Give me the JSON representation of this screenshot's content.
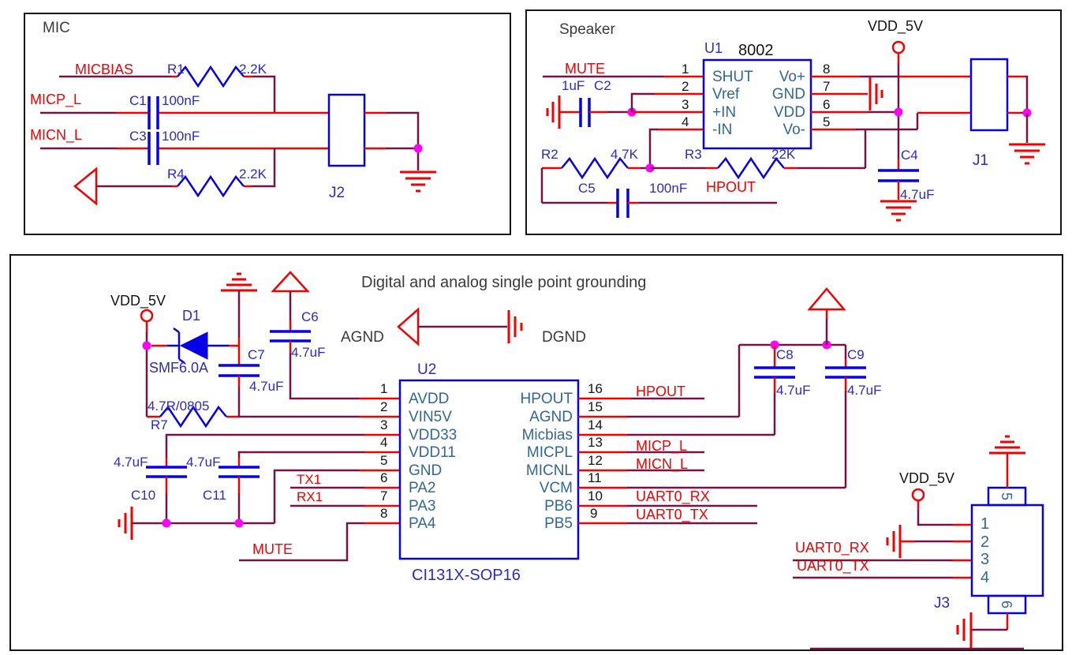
{
  "colors": {
    "wire_maroon": "#7a1043",
    "accent_red": "#f40000",
    "component_blue": "#0601e6",
    "label_blue": "#2a2ace",
    "pin_name_blue": "#336699",
    "text_gray": "#3b3b3b",
    "junction_magenta": "#ff00ff"
  },
  "mic": {
    "title": "MIC",
    "micbias_net": "MICBIAS",
    "micp_net": "MICP_L",
    "micn_net": "MICN_L",
    "r1_ref": "R1",
    "r1_val": "2.2K",
    "r4_ref": "R4",
    "r4_val": "2.2K",
    "c1_ref": "C1",
    "c1_val": "100nF",
    "c3_ref": "C3",
    "c3_val": "100nF",
    "j2_ref": "J2"
  },
  "speaker": {
    "title": "Speaker",
    "mute_net": "MUTE",
    "hpout_net": "HPOUT",
    "vdd_net": "VDD_5V",
    "u1_ref": "U1",
    "u1_part": "8002",
    "u1_left_pins": [
      {
        "num": "1",
        "name": "SHUT"
      },
      {
        "num": "2",
        "name": "Vref"
      },
      {
        "num": "3",
        "name": "+IN"
      },
      {
        "num": "4",
        "name": "-IN"
      }
    ],
    "u1_right_pins": [
      {
        "num": "8",
        "name": "Vo+"
      },
      {
        "num": "7",
        "name": "GND"
      },
      {
        "num": "6",
        "name": "VDD"
      },
      {
        "num": "5",
        "name": "Vo-"
      }
    ],
    "c2_ref": "C2",
    "c2_val": "1uF",
    "r2_ref": "R2",
    "r2_val": "4.7K",
    "r3_ref": "R3",
    "r3_val": "22K",
    "c5_ref": "C5",
    "c5_val": "100nF",
    "c4_ref": "C4",
    "c4_val": "4.7uF",
    "j1_ref": "J1"
  },
  "main": {
    "note": "Digital and analog single point grounding",
    "agnd": "AGND",
    "dgnd": "DGND",
    "vdd_net": "VDD_5V",
    "d1_ref": "D1",
    "d1_val": "SMF6.0A",
    "r7_ref": "R7",
    "r7_val": "4.7R/0805",
    "c6_ref": "C6",
    "c6_val": "4.7uF",
    "c7_ref": "C7",
    "c7_val": "4.7uF",
    "c8_ref": "C8",
    "c8_val": "4.7uF",
    "c9_ref": "C9",
    "c9_val": "4.7uF",
    "c10_ref": "C10",
    "c10_val": "4.7uF",
    "c11_ref": "C11",
    "c11_val": "4.7uF",
    "u2_ref": "U2",
    "u2_part": "CI131X-SOP16",
    "u2_left_pins": [
      {
        "num": "1",
        "name": "AVDD"
      },
      {
        "num": "2",
        "name": "VIN5V"
      },
      {
        "num": "3",
        "name": "VDD33"
      },
      {
        "num": "4",
        "name": "VDD11"
      },
      {
        "num": "5",
        "name": "GND"
      },
      {
        "num": "6",
        "name": "PA2"
      },
      {
        "num": "7",
        "name": "PA3"
      },
      {
        "num": "8",
        "name": "PA4"
      }
    ],
    "u2_right_pins": [
      {
        "num": "16",
        "name": "HPOUT"
      },
      {
        "num": "15",
        "name": "AGND"
      },
      {
        "num": "14",
        "name": "Micbias"
      },
      {
        "num": "13",
        "name": "MICPL"
      },
      {
        "num": "12",
        "name": "MICNL"
      },
      {
        "num": "11",
        "name": "VCM"
      },
      {
        "num": "10",
        "name": "PB6"
      },
      {
        "num": "9",
        "name": "PB5"
      }
    ],
    "tx1_net": "TX1",
    "rx1_net": "RX1",
    "mute_net": "MUTE",
    "hpout_net": "HPOUT",
    "micp_net": "MICP_L",
    "micn_net": "MICN_L",
    "uart_rx_net": "UART0_RX",
    "uart_tx_net": "UART0_TX",
    "j3_ref": "J3",
    "j3_vdd_net": "VDD_5V",
    "j3_uart_rx_net": "UART0_RX",
    "j3_uart_tx_net": "UART0_TX",
    "j3_pins": [
      "1",
      "2",
      "3",
      "4"
    ],
    "j3_pin5": "5",
    "j3_pin6": "6"
  }
}
